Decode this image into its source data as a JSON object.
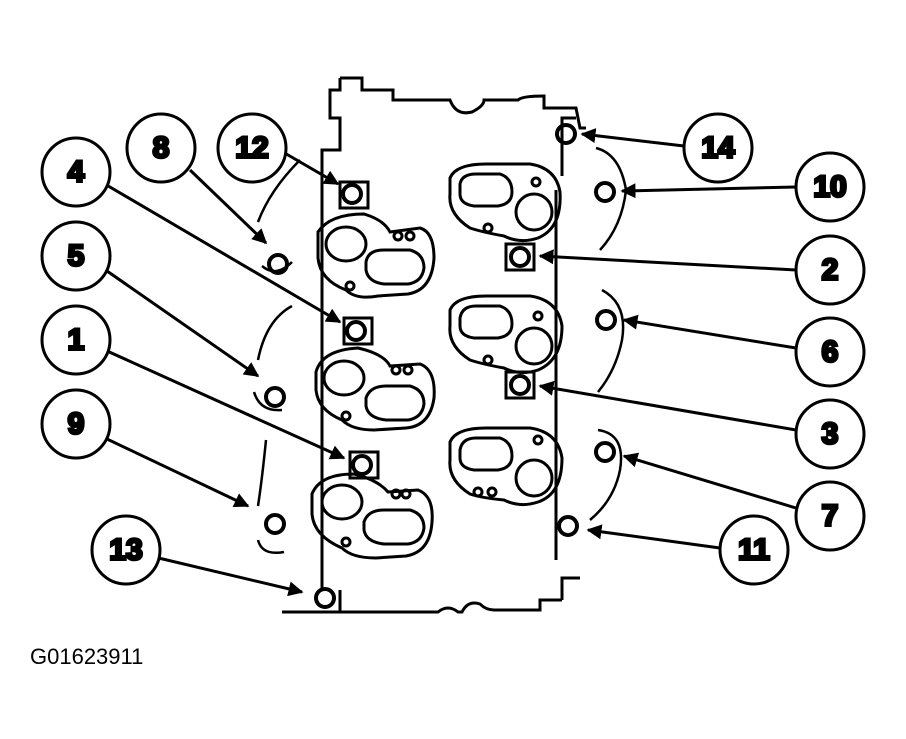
{
  "figure_id": "G01623911",
  "callouts": [
    {
      "id": "8",
      "label": "8"
    },
    {
      "id": "12",
      "label": "12"
    },
    {
      "id": "4",
      "label": "4"
    },
    {
      "id": "5",
      "label": "5"
    },
    {
      "id": "1",
      "label": "1"
    },
    {
      "id": "9",
      "label": "9"
    },
    {
      "id": "13",
      "label": "13"
    },
    {
      "id": "14",
      "label": "14"
    },
    {
      "id": "10",
      "label": "10"
    },
    {
      "id": "2",
      "label": "2"
    },
    {
      "id": "6",
      "label": "6"
    },
    {
      "id": "3",
      "label": "3"
    },
    {
      "id": "7",
      "label": "7"
    },
    {
      "id": "11",
      "label": "11"
    }
  ],
  "colors": {
    "ink": "#000000",
    "paper": "#ffffff"
  }
}
